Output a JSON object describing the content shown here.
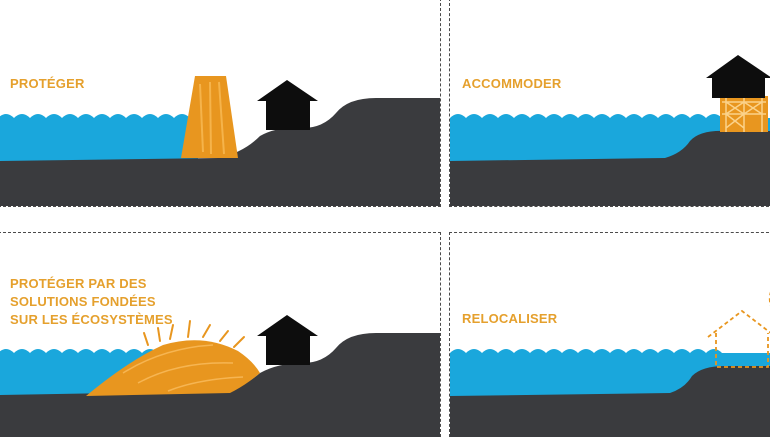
{
  "panels": [
    {
      "id": "proteger",
      "strategy": "protect-with-wall",
      "lines": [
        "PROTÉGER"
      ]
    },
    {
      "id": "accommoder",
      "strategy": "raise-house-on-stilts",
      "lines": [
        "ACCOMMODER"
      ]
    },
    {
      "id": "proteger-ecosystemes",
      "strategy": "protect-with-natural-dune",
      "lines": [
        "PROTÉGER PAR DES",
        "SOLUTIONS FONDÉES",
        "SUR LES ÉCOSYSTÈMES"
      ]
    },
    {
      "id": "relocaliser",
      "strategy": "relocate-house",
      "lines": [
        "RELOCALISER"
      ]
    }
  ],
  "colors": {
    "water": "#1aa7dc",
    "land": "#3a3b3e",
    "orange": "#e8961f",
    "label": "#e5a02d",
    "house": "#0d0d0d",
    "border": "#4a4a4a"
  },
  "icons": [
    "house-icon",
    "seawall-icon",
    "stilts-icon",
    "dune-icon",
    "dashed-house-icon"
  ]
}
